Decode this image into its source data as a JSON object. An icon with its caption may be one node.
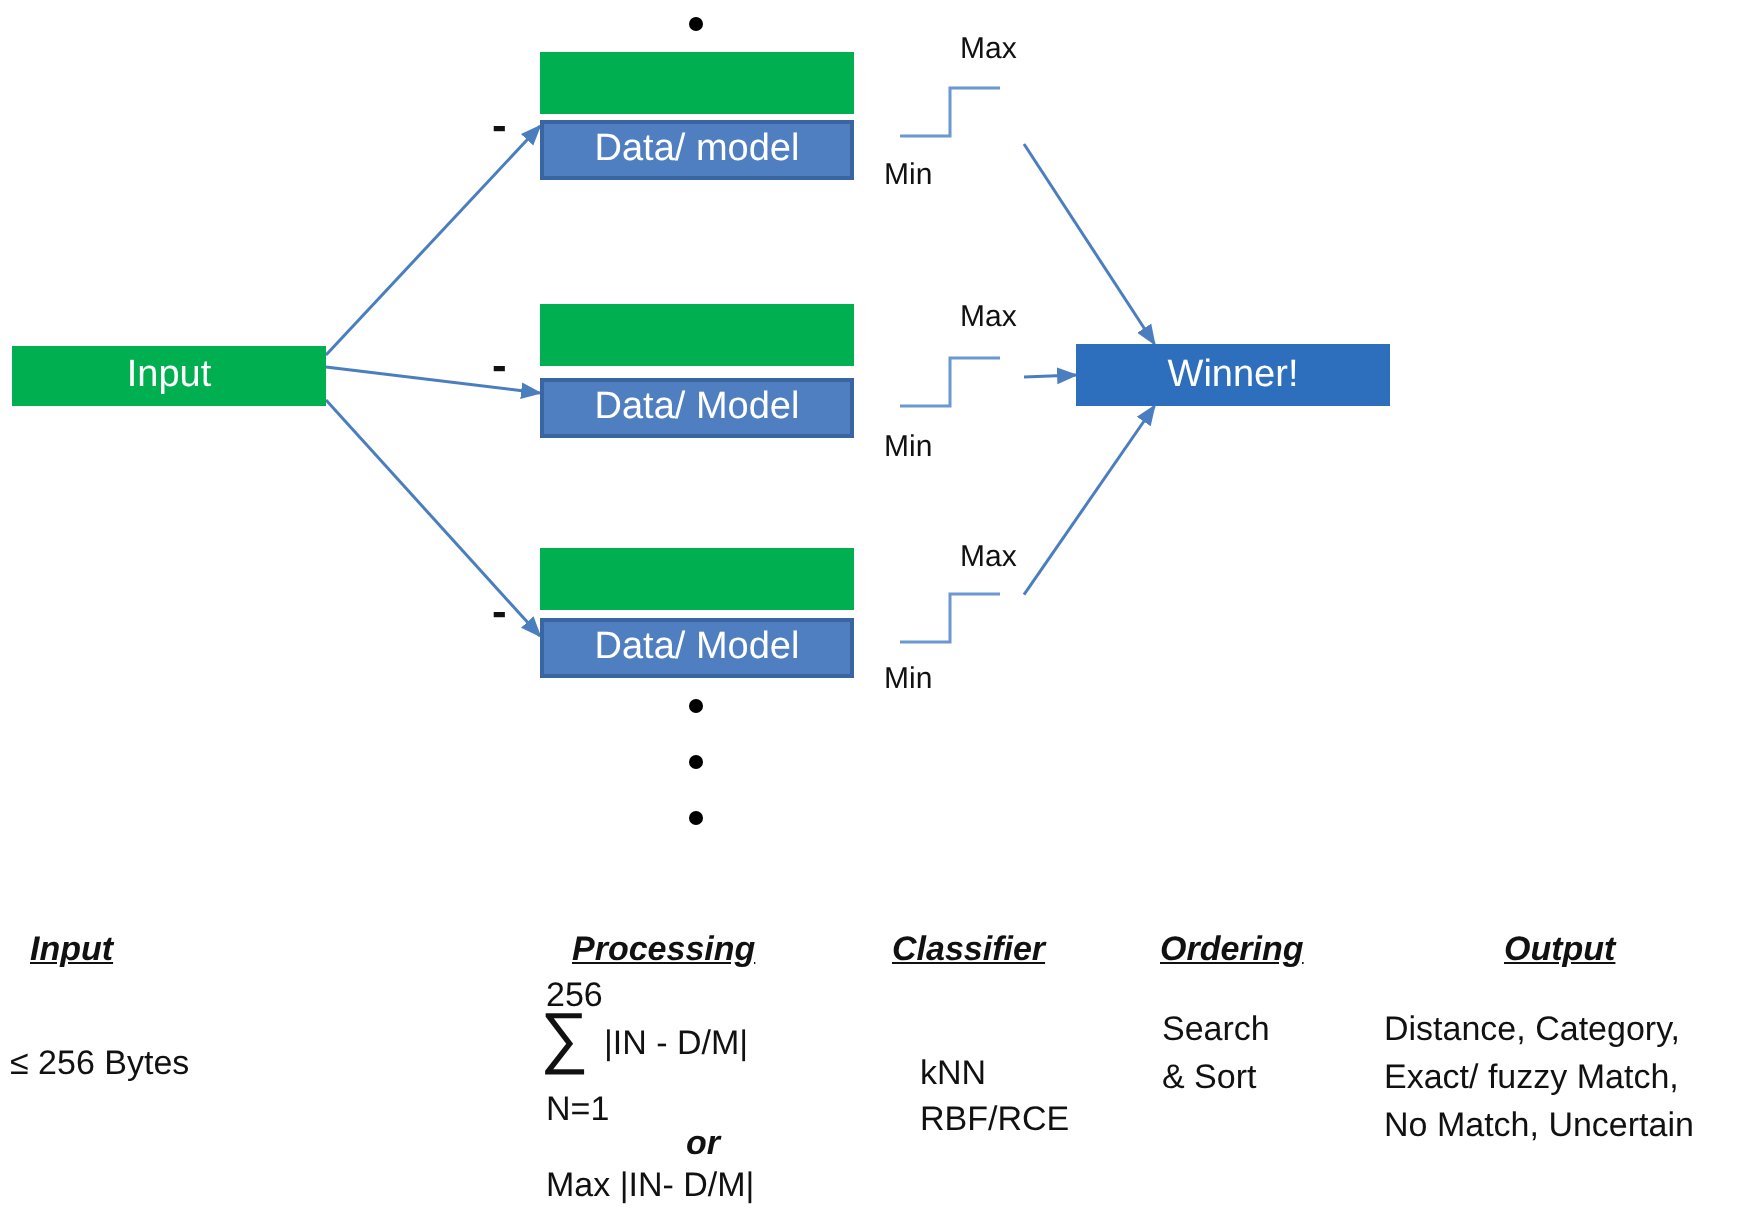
{
  "diagram": {
    "nodes": [
      {
        "text": [
          "Input"
        ]
      },
      {
        "text": [],
        "shape": "box"
      },
      {
        "text": [
          "Data/ model"
        ]
      },
      {
        "text": [
          "Max",
          "Min"
        ]
      },
      {
        "text": [],
        "shape": "box"
      },
      {
        "text": [
          "Data/ Model"
        ]
      },
      {
        "text": [
          "Max",
          "Min"
        ]
      },
      {
        "text": [],
        "shape": "box"
      },
      {
        "text": [
          "Data/ Model"
        ]
      },
      {
        "text": [
          "Max",
          "Min"
        ]
      },
      {
        "text": [
          "Winner!"
        ]
      }
    ],
    "edges": [
      {
        "from": 0,
        "to": 2,
        "arrow": "to"
      },
      {
        "from": 0,
        "to": 5,
        "arrow": "to"
      },
      {
        "from": 0,
        "to": 8,
        "arrow": "to"
      },
      {
        "from": 3,
        "to": 10,
        "arrow": "to"
      },
      {
        "from": 6,
        "to": 10,
        "arrow": "to"
      },
      {
        "from": 9,
        "to": 10,
        "arrow": "to"
      }
    ],
    "labels": [
      "-",
      "-",
      "-",
      "Input",
      "Processing",
      "Classifier",
      "Ordering",
      "Output",
      "≤ 256 Bytes",
      "256",
      "∑",
      "|IN - D/M|",
      "N=1",
      "or",
      "Max |IN- D/M|",
      "kNN",
      "RBF/RCE",
      "Search & Sort",
      "Distance, Category, Exact/ fuzzy Match, No Match, Uncertain"
    ]
  }
}
